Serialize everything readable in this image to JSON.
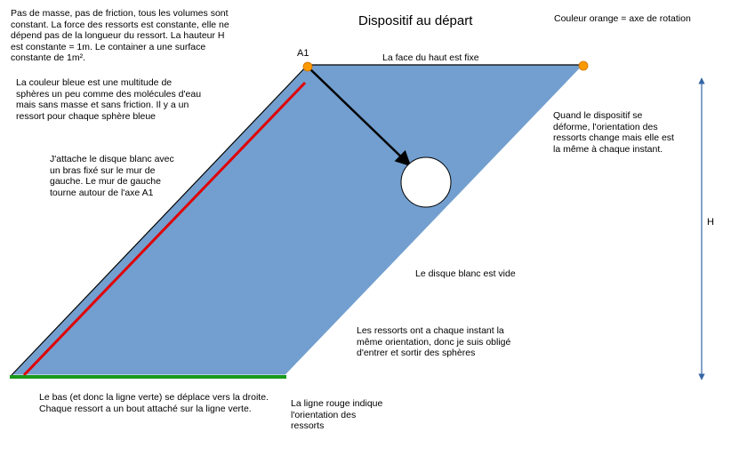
{
  "title": "Dispositif au départ",
  "notes": {
    "top_left": "Pas de masse, pas de friction, tous les volumes sont\nconstant. La force des ressorts est constante, elle ne\ndépend pas de la longueur du ressort. La hauteur H\nest constante = 1m. Le container a une surface\nconstante de 1m².",
    "orange_axis": "Couleur orange = axe de rotation",
    "blue_color": "La couleur bleue est une multitude de\nsphères un peu comme des molécules d'eau\nmais sans masse et sans friction. Il y a un\nressort pour chaque sphère bleue",
    "top_face": "La face du haut est fixe",
    "deform": "Quand le dispositif se\ndéforme, l'orientation des\nressorts change mais elle est\nla même à chaque instant.",
    "attach": "J'attache le disque blanc avec\nun bras fixé sur le mur de\ngauche. Le mur de gauche\ntourne autour de l'axe A1",
    "disk_empty": "Le disque blanc est vide",
    "springs_orientation": "Les ressorts ont a chaque instant la\nmême orientation, donc je suis obligé\nd'entrer et sortir des sphères",
    "bottom_moves": "Le bas (et donc la ligne verte) se déplace vers la droite.\nChaque ressort a un bout attaché sur la ligne verte.",
    "red_line": "La ligne rouge indique\nl'orientation des\nressorts"
  },
  "labels": {
    "a1": "A1",
    "h": "H"
  },
  "colors": {
    "fill_blue": "#729fcf",
    "orange": "#ff9900",
    "red": "#e00000",
    "green": "#1a9a1a",
    "arrow_blue": "#3465a4"
  }
}
